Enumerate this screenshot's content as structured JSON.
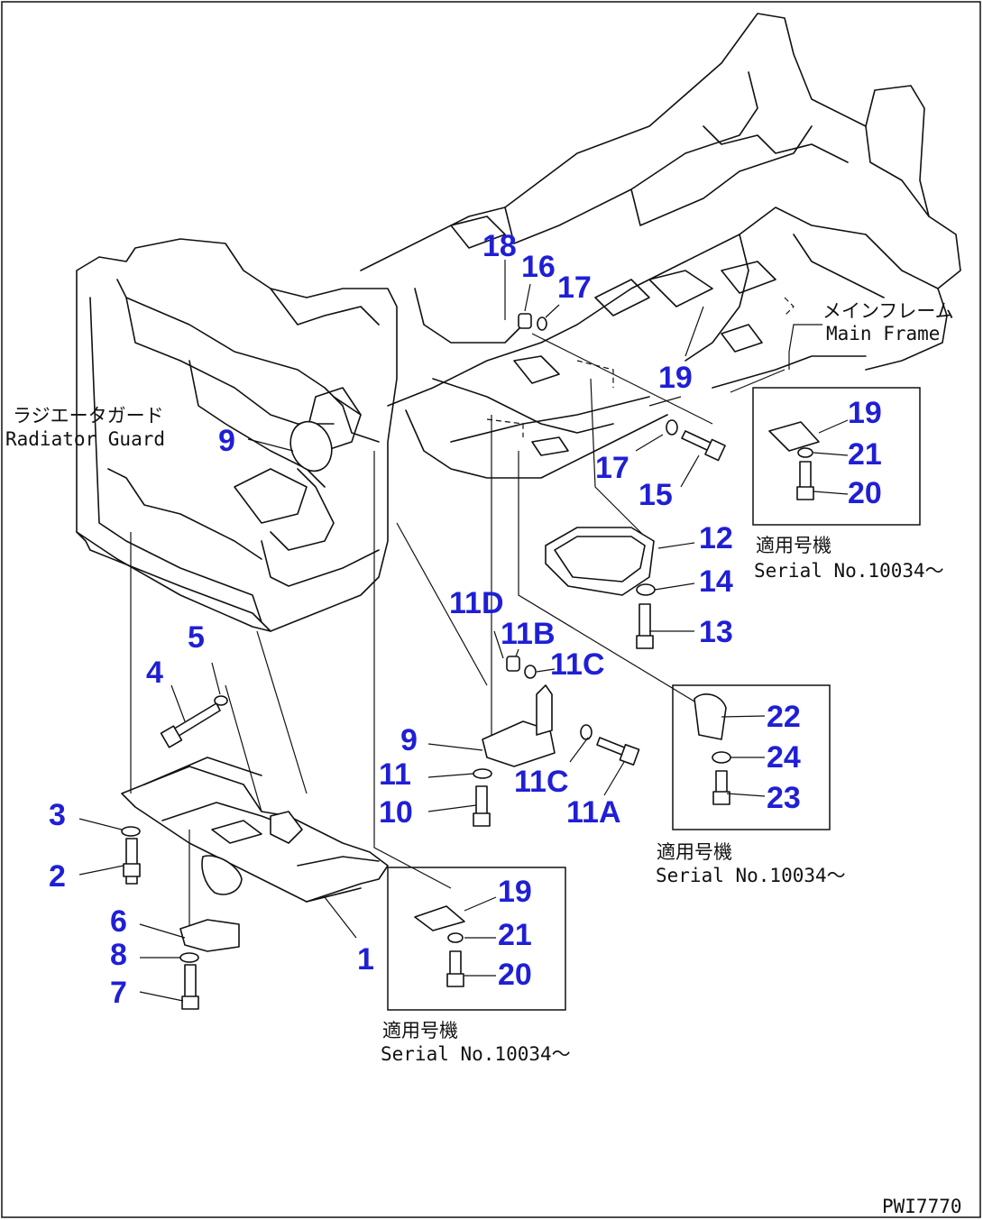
{
  "drawing_id": "PWI7770",
  "labels": {
    "main_frame_jp": "メインフレーム",
    "main_frame_en": "Main Frame",
    "radiator_guard_jp": "ラジエータガード",
    "radiator_guard_en": "Radiator Guard"
  },
  "callouts": {
    "c18": "18",
    "c16": "16",
    "c17a": "17",
    "c19a": "19",
    "c9a": "9",
    "c17b": "17",
    "c15": "15",
    "c12": "12",
    "c14": "14",
    "c13": "13",
    "c11D": "11D",
    "c11B": "11B",
    "c11Ca": "11C",
    "c9b": "9",
    "c11": "11",
    "c11Cb": "11C",
    "c10": "10",
    "c11A": "11A",
    "c5": "5",
    "c4": "4",
    "c3": "3",
    "c2": "2",
    "c6": "6",
    "c8": "8",
    "c7": "7",
    "c1": "1",
    "box1_19": "19",
    "box1_21": "21",
    "box1_20": "20",
    "box2_22": "22",
    "box2_24": "24",
    "box2_23": "23",
    "box3_19": "19",
    "box3_21": "21",
    "box3_20": "20"
  },
  "serial_notes": {
    "box1": {
      "jp": "適用号機",
      "en": "Serial No.10034～"
    },
    "box2": {
      "jp": "適用号機",
      "en": "Serial No.10034～"
    },
    "box3": {
      "jp": "適用号機",
      "en": "Serial No.10034～"
    }
  }
}
